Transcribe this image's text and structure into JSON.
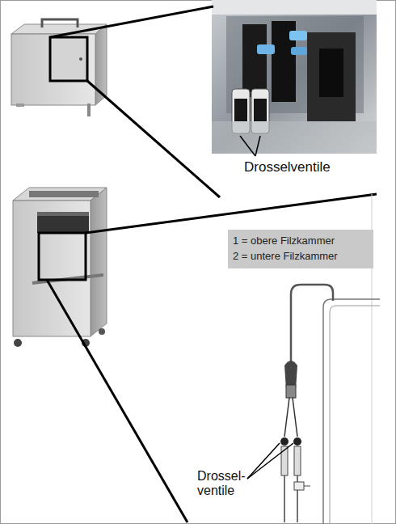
{
  "diagram": {
    "nodes": [
      {
        "text": [
          "1 = obere Filzkammer",
          "2 = untere Filzkammer"
        ]
      }
    ],
    "labels": [
      "Drosselventile",
      "Drossel- ventile"
    ]
  }
}
